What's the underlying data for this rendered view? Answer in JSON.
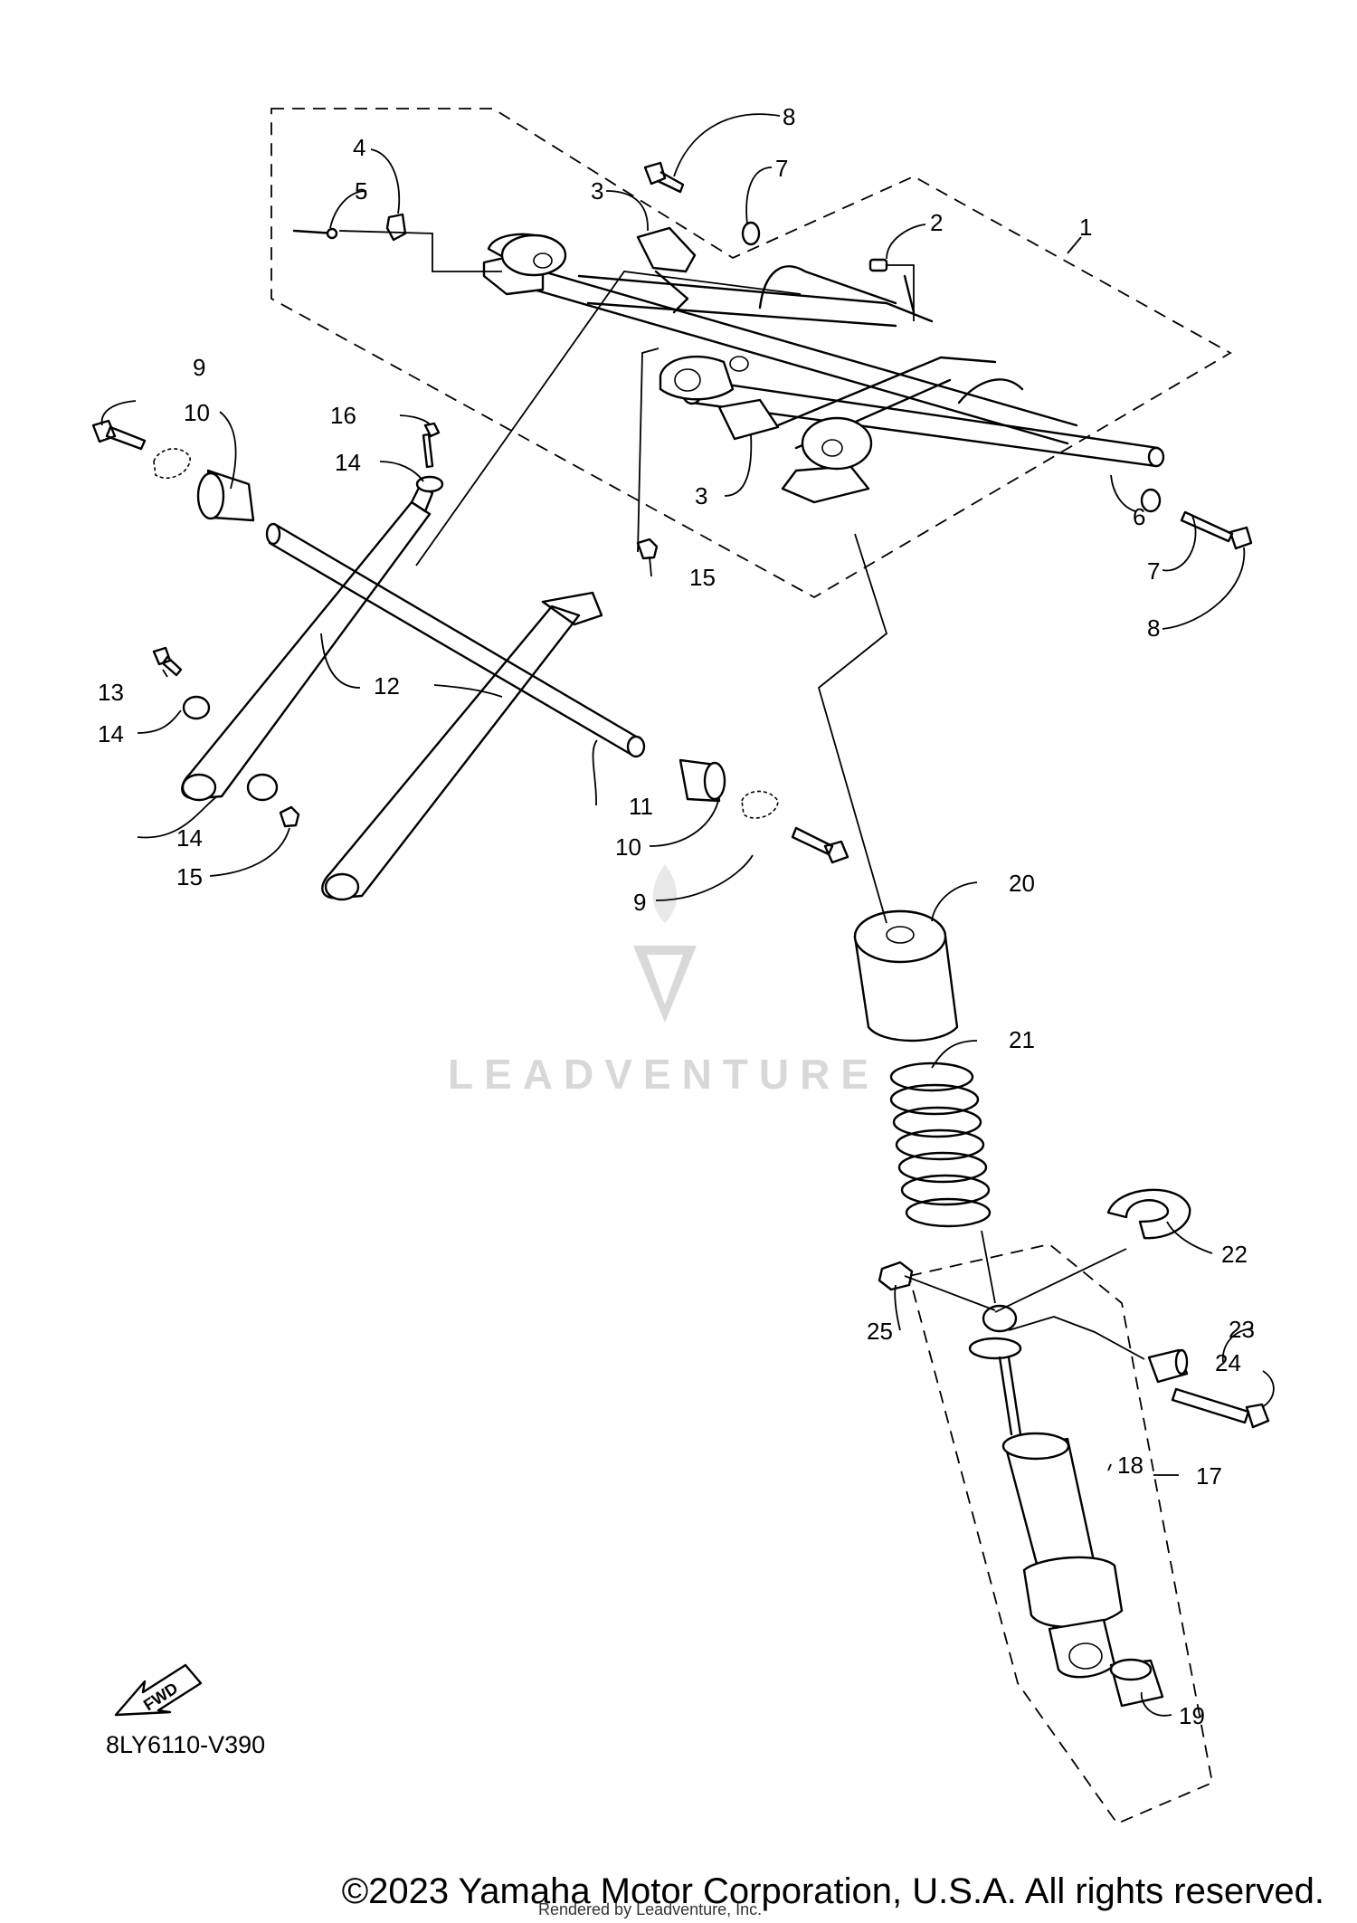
{
  "diagram": {
    "callouts": [
      {
        "id": "c1",
        "text": "1"
      },
      {
        "id": "c2",
        "text": "2"
      },
      {
        "id": "c3a",
        "text": "3"
      },
      {
        "id": "c3b",
        "text": "3"
      },
      {
        "id": "c4",
        "text": "4"
      },
      {
        "id": "c5",
        "text": "5"
      },
      {
        "id": "c6",
        "text": "6"
      },
      {
        "id": "c7a",
        "text": "7"
      },
      {
        "id": "c7b",
        "text": "7"
      },
      {
        "id": "c8a",
        "text": "8"
      },
      {
        "id": "c8b",
        "text": "8"
      },
      {
        "id": "c9a",
        "text": "9"
      },
      {
        "id": "c9b",
        "text": "9"
      },
      {
        "id": "c10a",
        "text": "10"
      },
      {
        "id": "c10b",
        "text": "10"
      },
      {
        "id": "c11",
        "text": "11"
      },
      {
        "id": "c12",
        "text": "12"
      },
      {
        "id": "c13",
        "text": "13"
      },
      {
        "id": "c14a",
        "text": "14"
      },
      {
        "id": "c14b",
        "text": "14"
      },
      {
        "id": "c14c",
        "text": "14"
      },
      {
        "id": "c15a",
        "text": "15"
      },
      {
        "id": "c15b",
        "text": "15"
      },
      {
        "id": "c16",
        "text": "16"
      },
      {
        "id": "c17",
        "text": "17"
      },
      {
        "id": "c18",
        "text": "18"
      },
      {
        "id": "c19",
        "text": "19"
      },
      {
        "id": "c20",
        "text": "20"
      },
      {
        "id": "c21",
        "text": "21"
      },
      {
        "id": "c22",
        "text": "22"
      },
      {
        "id": "c23",
        "text": "23"
      },
      {
        "id": "c24",
        "text": "24"
      },
      {
        "id": "c25",
        "text": "25"
      }
    ],
    "fwd_label": "FWD",
    "diagram_code": "8LY6110-V390",
    "watermark_text": "LEADVENTURE",
    "copyright": "©2023 Yamaha Motor Corporation, U.S.A. All rights reserved.",
    "rendered_by": "Rendered by Leadventure, Inc."
  }
}
